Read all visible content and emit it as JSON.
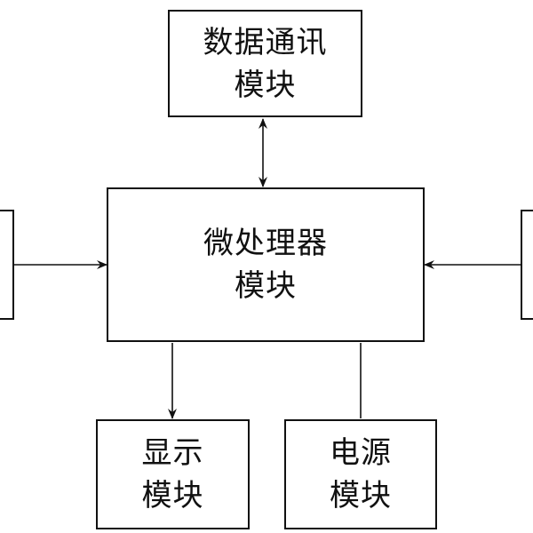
{
  "boxes": {
    "comm": {
      "line1": "数据通讯",
      "line2": "模块"
    },
    "mcu": {
      "line1": "微处理器",
      "line2": "模块"
    },
    "display": {
      "line1": "显示",
      "line2": "模块"
    },
    "power": {
      "line1": "电源",
      "line2": "模块"
    },
    "left_input": {
      "line1": "",
      "line2": ""
    },
    "right_input": {
      "line1": "",
      "line2": ""
    }
  },
  "colors": {
    "stroke": "#111111",
    "background": "#ffffff"
  }
}
